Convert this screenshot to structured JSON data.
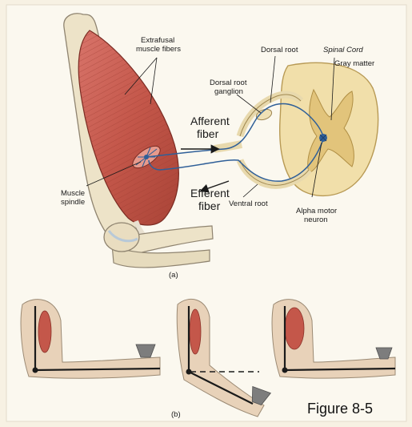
{
  "labels": {
    "extrafusal": [
      "Extrafusal",
      "muscle fibers"
    ],
    "spinal_cord": "Spinal Cord",
    "dorsal_root": "Dorsal root",
    "gray_matter": "Gray matter",
    "dorsal_root_ganglion": [
      "Dorsal root",
      "ganglion"
    ],
    "afferent_fiber": [
      "Afferent",
      "fiber"
    ],
    "efferent_fiber": [
      "Efferent",
      "fiber"
    ],
    "muscle_spindle": [
      "Muscle",
      "spindle"
    ],
    "ventral_root": "Ventral root",
    "alpha_motor_neuron": [
      "Alpha motor",
      "neuron"
    ],
    "panel_a": "(a)",
    "panel_b": "(b)"
  },
  "caption": "Figure 8-5",
  "colors": {
    "page": "#f7f1e3",
    "muscle": "#c4574a",
    "bone": "#ede3c8",
    "spinal_white": "#f1dfaa",
    "gray_matter": "#e2c47b",
    "nerve": "#2f5f98",
    "weight": "#7d7d7d"
  }
}
